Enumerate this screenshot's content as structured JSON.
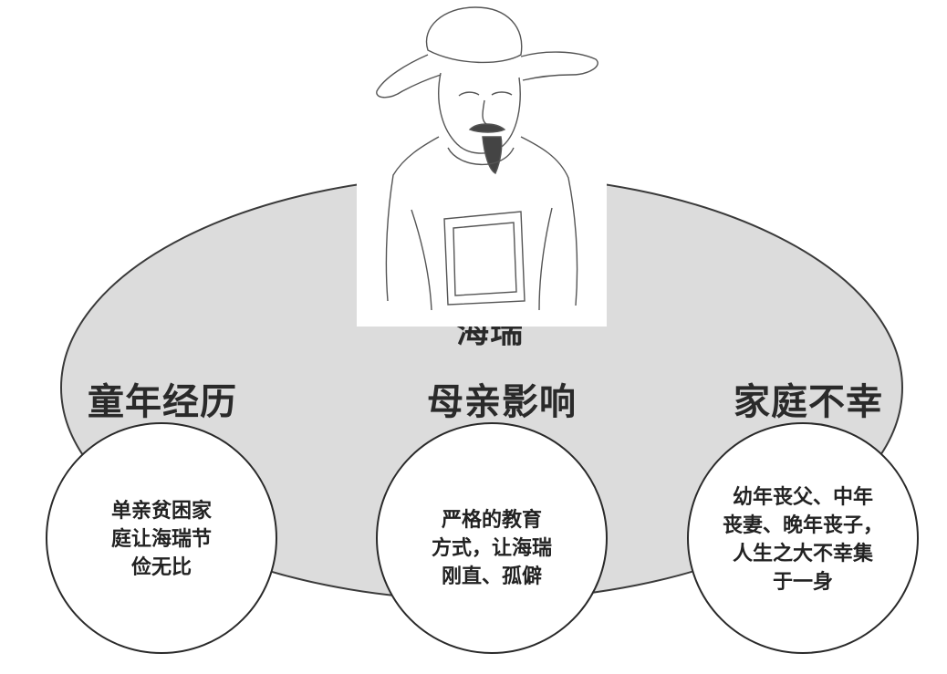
{
  "center_label": "海瑞",
  "colors": {
    "ellipse_fill": "#dcdcdc",
    "ellipse_stroke": "#3a3a3a",
    "circle_fill": "#ffffff",
    "circle_stroke": "#2a2a2a",
    "text": "#222222"
  },
  "portrait": {
    "icon": "hai-rui-portrait-icon"
  },
  "categories": [
    {
      "heading": "童年经历",
      "lines": [
        "单亲贫困家",
        "庭让海瑞节",
        "俭无比"
      ]
    },
    {
      "heading": "母亲影响",
      "lines": [
        "严格的教育",
        "方式，让海瑞",
        "刚直、孤僻"
      ]
    },
    {
      "heading": "家庭不幸",
      "lines": [
        "幼年丧父、中年",
        "丧妻、晚年丧子，",
        "人生之大不幸集",
        "于一身"
      ]
    }
  ]
}
